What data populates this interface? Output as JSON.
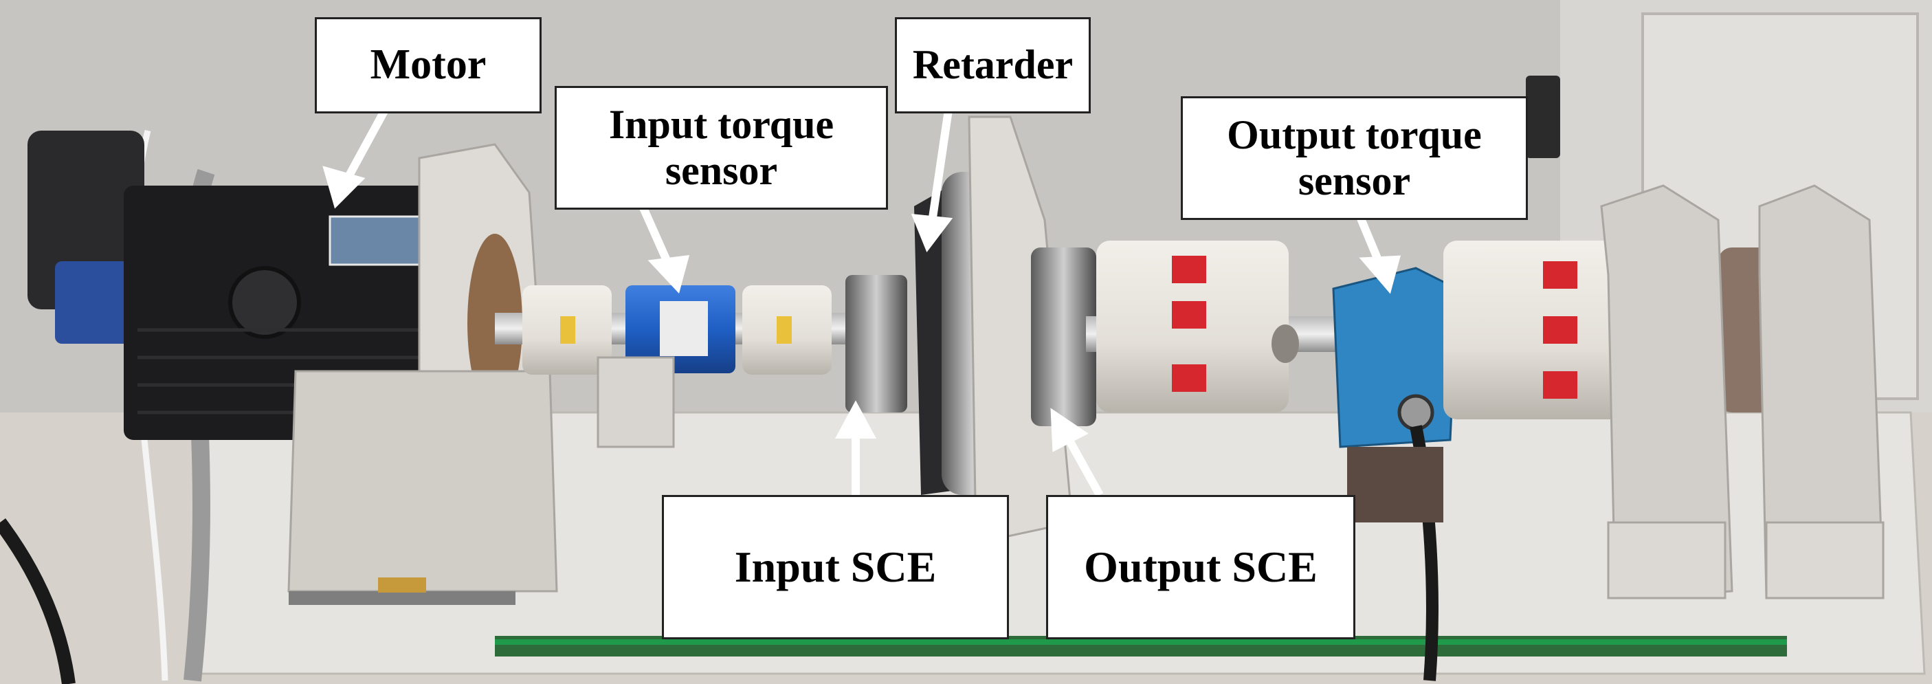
{
  "figure": {
    "labels": {
      "motor": "Motor",
      "input_torque_sensor": "Input torque\nsensor",
      "retarder": "Retarder",
      "output_torque_sensor": "Output torque\nsensor",
      "input_sce": "Input SCE",
      "output_sce": "Output SCE"
    },
    "colors": {
      "wall": "#c9c7c4",
      "floor": "#d8d3cc",
      "base_plate": "#e5e3df",
      "motor_body": "#1c1c1e",
      "coupling": "#e6e2dc",
      "coupling_insert": "#d6262e",
      "sensor_blue": "#1f5fc4",
      "output_sensor_blue": "#2f86c2",
      "bracket": "#d9d6d1",
      "steel": "#8a8a8a",
      "rail_green": "#1e9a4a"
    }
  }
}
